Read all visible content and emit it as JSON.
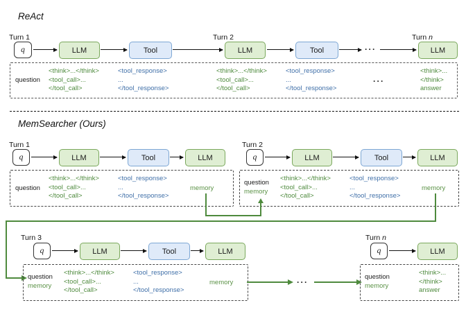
{
  "figure": {
    "sections": [
      {
        "title": "ReAct"
      },
      {
        "title": "MemSearcher (Ours)"
      }
    ],
    "labels": {
      "turn1": "Turn 1",
      "turn2": "Turn 2",
      "turn3": "Turn 3",
      "turn_n_prefix": "Turn ",
      "turn_n_index": "n",
      "ellipsis": "···"
    },
    "nodes": {
      "query": "q",
      "llm": "LLM",
      "tool": "Tool"
    },
    "tokens": {
      "question": "question",
      "memory": "memory",
      "think_full": "<think>...</think>",
      "think_open": "<think>...",
      "think_close": "</think>",
      "tool_call_open": "<tool_call>...",
      "tool_call_close": "</tool_call>",
      "tool_response_open": "<tool_response>",
      "tool_response_dots": "...",
      "tool_response_close": "</tool_response>",
      "answer": "answer"
    },
    "colors": {
      "llm_fill": "#dfeed3",
      "llm_stroke": "#7aa85c",
      "tool_fill": "#dfeaf9",
      "tool_stroke": "#7da7d4",
      "green_text": "#4e8a3d",
      "blue_text": "#3f6fa8",
      "memory_green": "#5b9246",
      "arrow_black": "#111111"
    }
  }
}
